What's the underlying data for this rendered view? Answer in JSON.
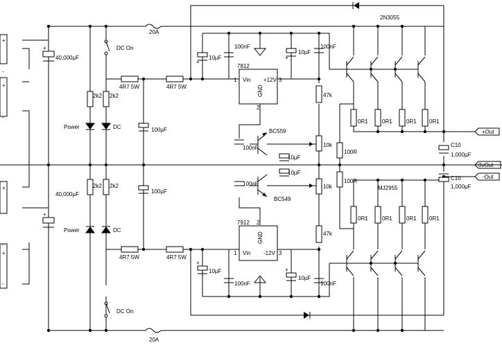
{
  "labels": {
    "fuse_top": "20A",
    "fuse_bottom": "20A",
    "dc_on_top": "DC On",
    "dc_on_bottom": "DC On",
    "cap_main_top": "40,000µF",
    "cap_main_bottom": "40,000µF",
    "res_2k2": "2k2",
    "power_led": "Power",
    "dc_led": "DC",
    "res_4r7": "4R7 5W",
    "cap_100u": "100µF",
    "cap_10u": "10µF",
    "cap_100n": "100nF",
    "reg_top_name": "7812",
    "reg_bottom_name": "7912",
    "reg_vin": "Vin",
    "reg_gnd": "GND",
    "reg_top_out": "+12V",
    "reg_bottom_out": "-12V",
    "pin1": "1",
    "pin2": "2",
    "pin3": "3",
    "res_47k": "47k",
    "res_10k": "10k",
    "res_100r": "100R",
    "res_0r1": "0R1",
    "q_top_label": "2N3055",
    "q_bottom_label": "MJ2955",
    "q_bc559": "BC559",
    "q_bc549": "BC549",
    "cap_c10": "C10",
    "cap_c10_value": "1,000µF",
    "out_pos": "+Out",
    "out_zero": "0vOut",
    "out_neg": "-Out",
    "plus": "+",
    "minus": "-"
  },
  "colors": {
    "wire": "#000000",
    "background": "#ffffff"
  }
}
